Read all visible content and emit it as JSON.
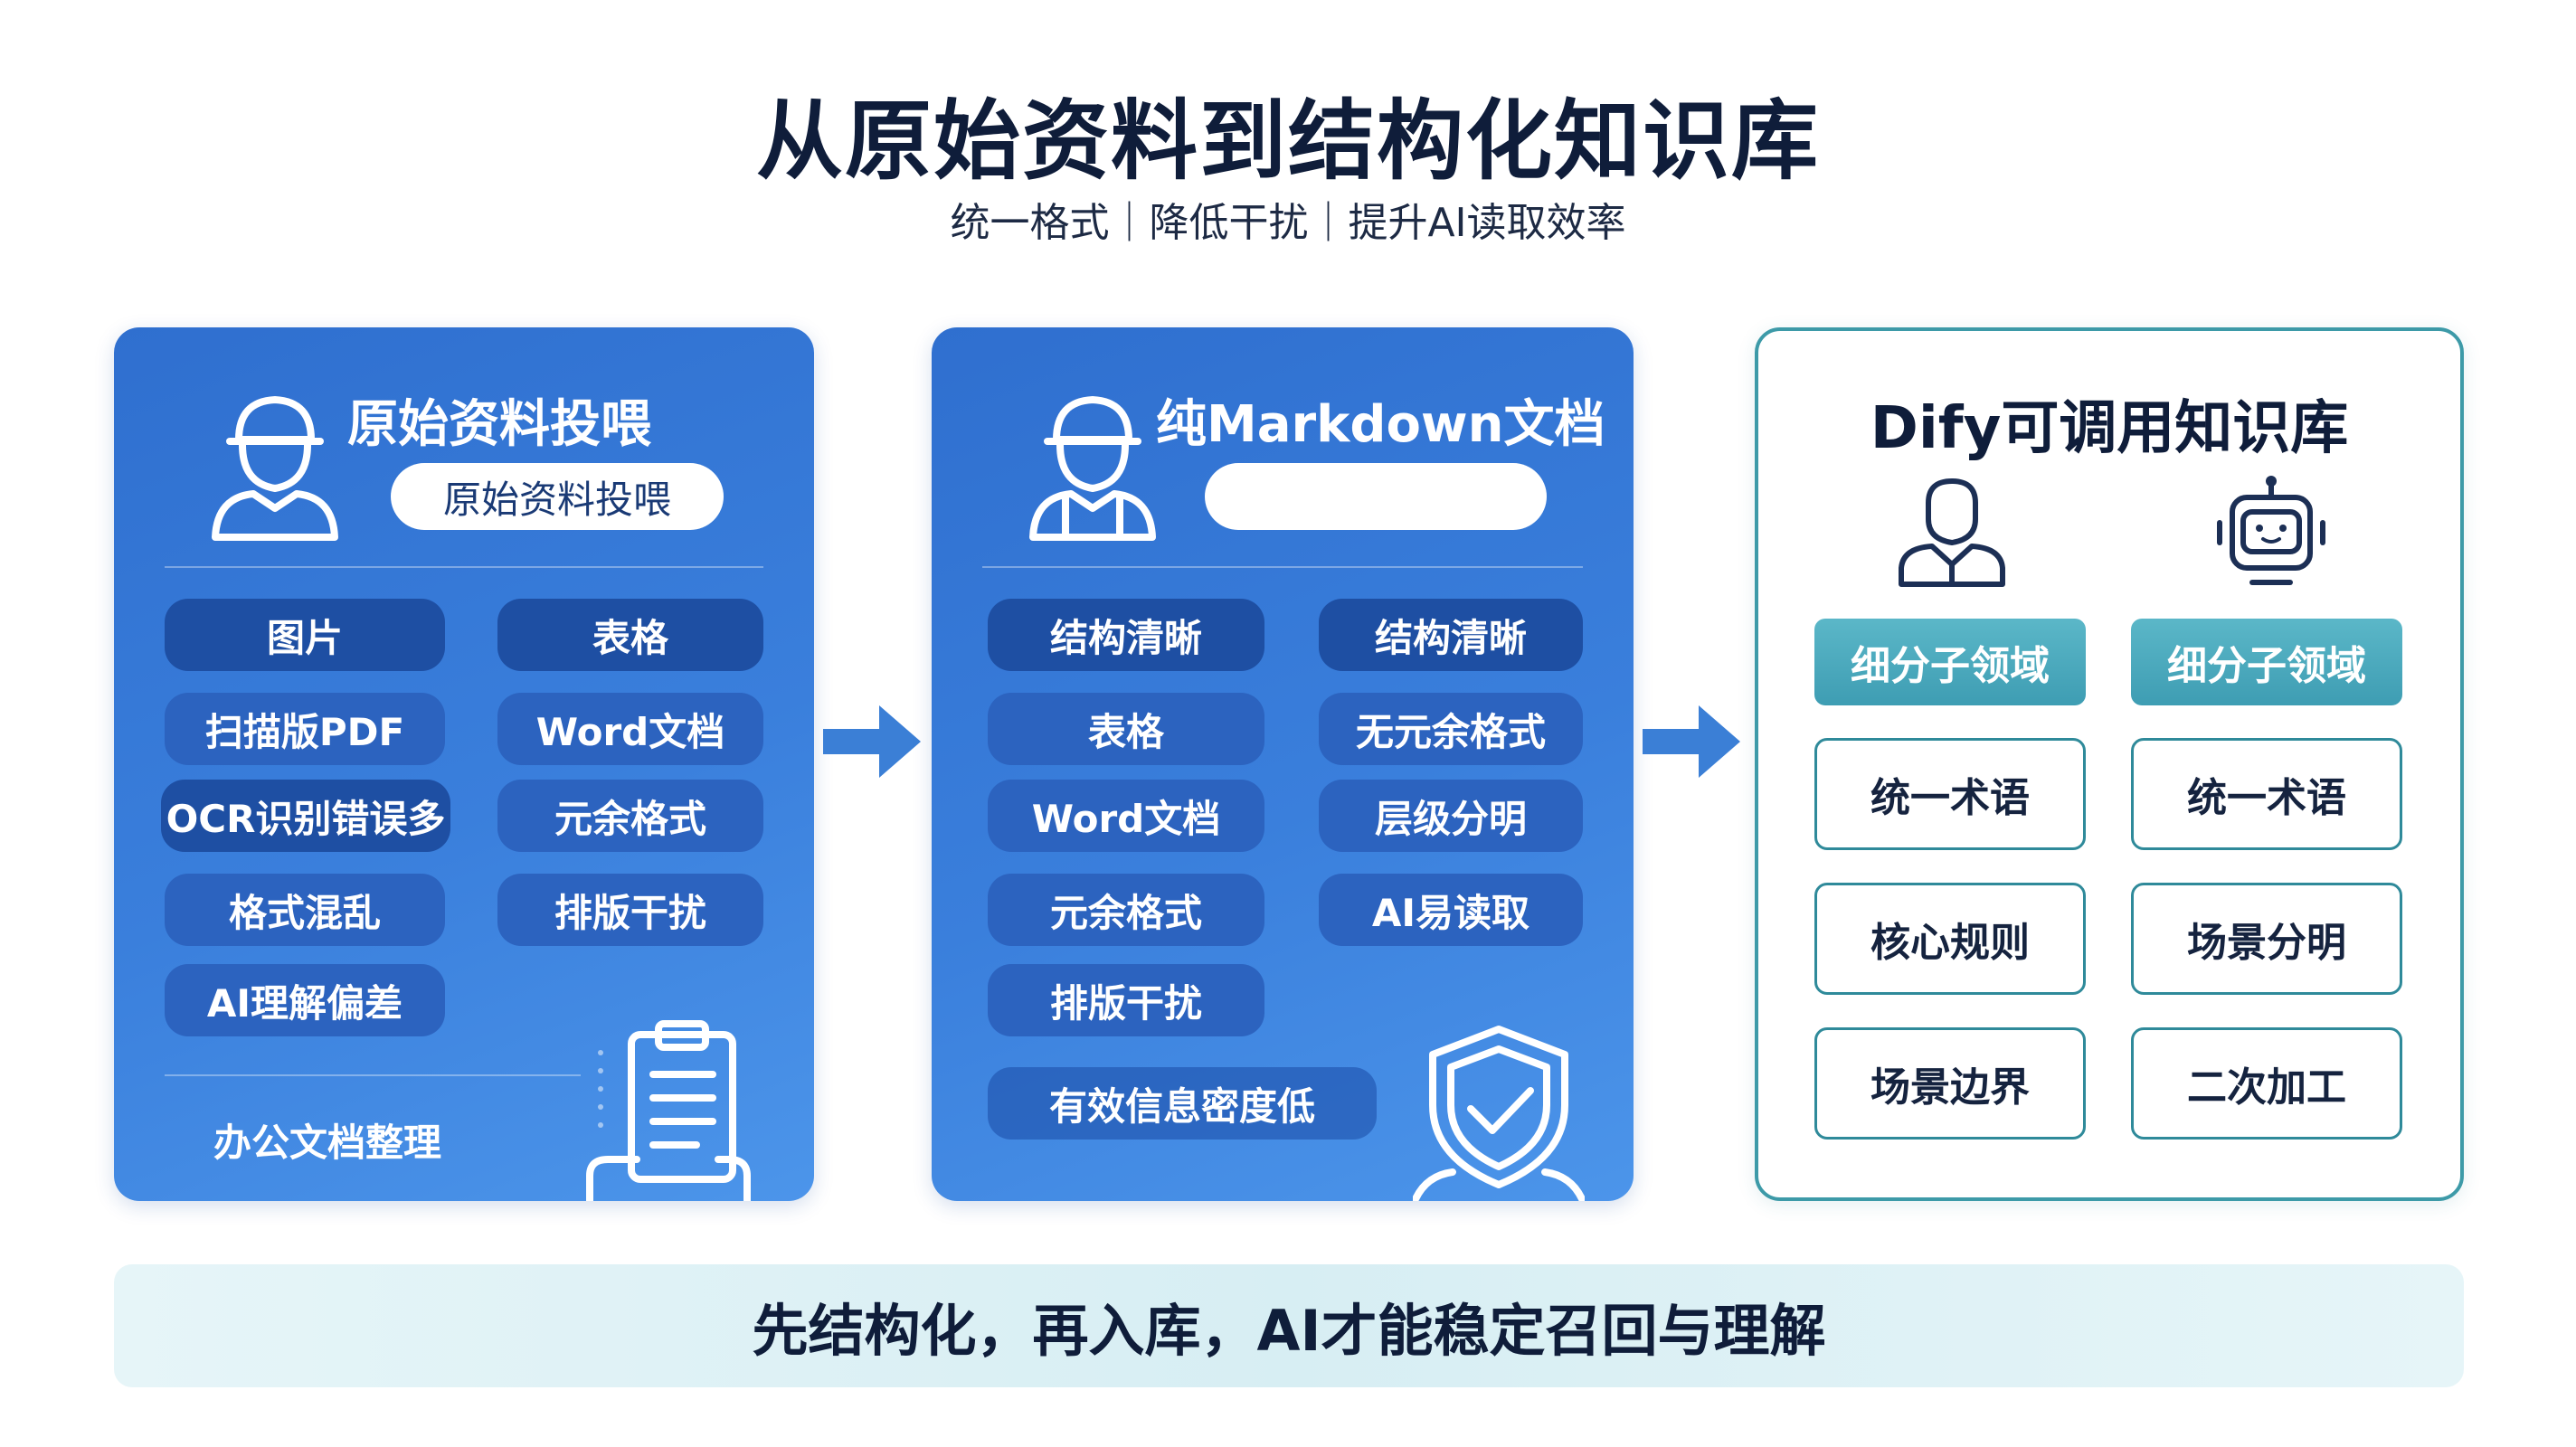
{
  "header": {
    "title": "从原始资料到结构化知识库",
    "subtitle": "统一格式｜降低干扰｜提升AI读取效率"
  },
  "left_panel": {
    "title": "原始资料投喂",
    "pill": "原始资料投喂",
    "chips": [
      "图片",
      "表格",
      "扫描版PDF",
      "Word文档",
      "OCR识别错误多",
      "元余格式",
      "格式混乱",
      "排版干扰",
      "AI理解偏差"
    ],
    "footer": "办公文档整理",
    "icons": [
      "worker-icon",
      "clipboard-icon"
    ]
  },
  "middle_panel": {
    "title": "纯Markdown文档",
    "pill": "",
    "chips": [
      "结构清晰",
      "结构清晰",
      "表格",
      "无元余格式",
      "Word文档",
      "层级分明",
      "元余格式",
      "AI易读取",
      "排版干扰"
    ],
    "footer": "有效信息密度低",
    "icons": [
      "worker-icon",
      "shield-check-icon"
    ]
  },
  "right_panel": {
    "title": "Dify可调用知识库",
    "columns": [
      {
        "icon": "person-icon",
        "header": "细分子领域",
        "items": [
          "统一术语",
          "核心规则",
          "场景边界"
        ]
      },
      {
        "icon": "robot-icon",
        "header": "细分子领域",
        "items": [
          "统一术语",
          "场景分明",
          "二次加工"
        ]
      }
    ]
  },
  "banner": {
    "text": "先结构化，再入库，AI才能稳定召回与理解"
  },
  "colors": {
    "panel_blue": "#3a7fdc",
    "chip_dark": "#1e4fa3",
    "teal": "#3e9db3",
    "arrow": "#3b7fd6"
  }
}
